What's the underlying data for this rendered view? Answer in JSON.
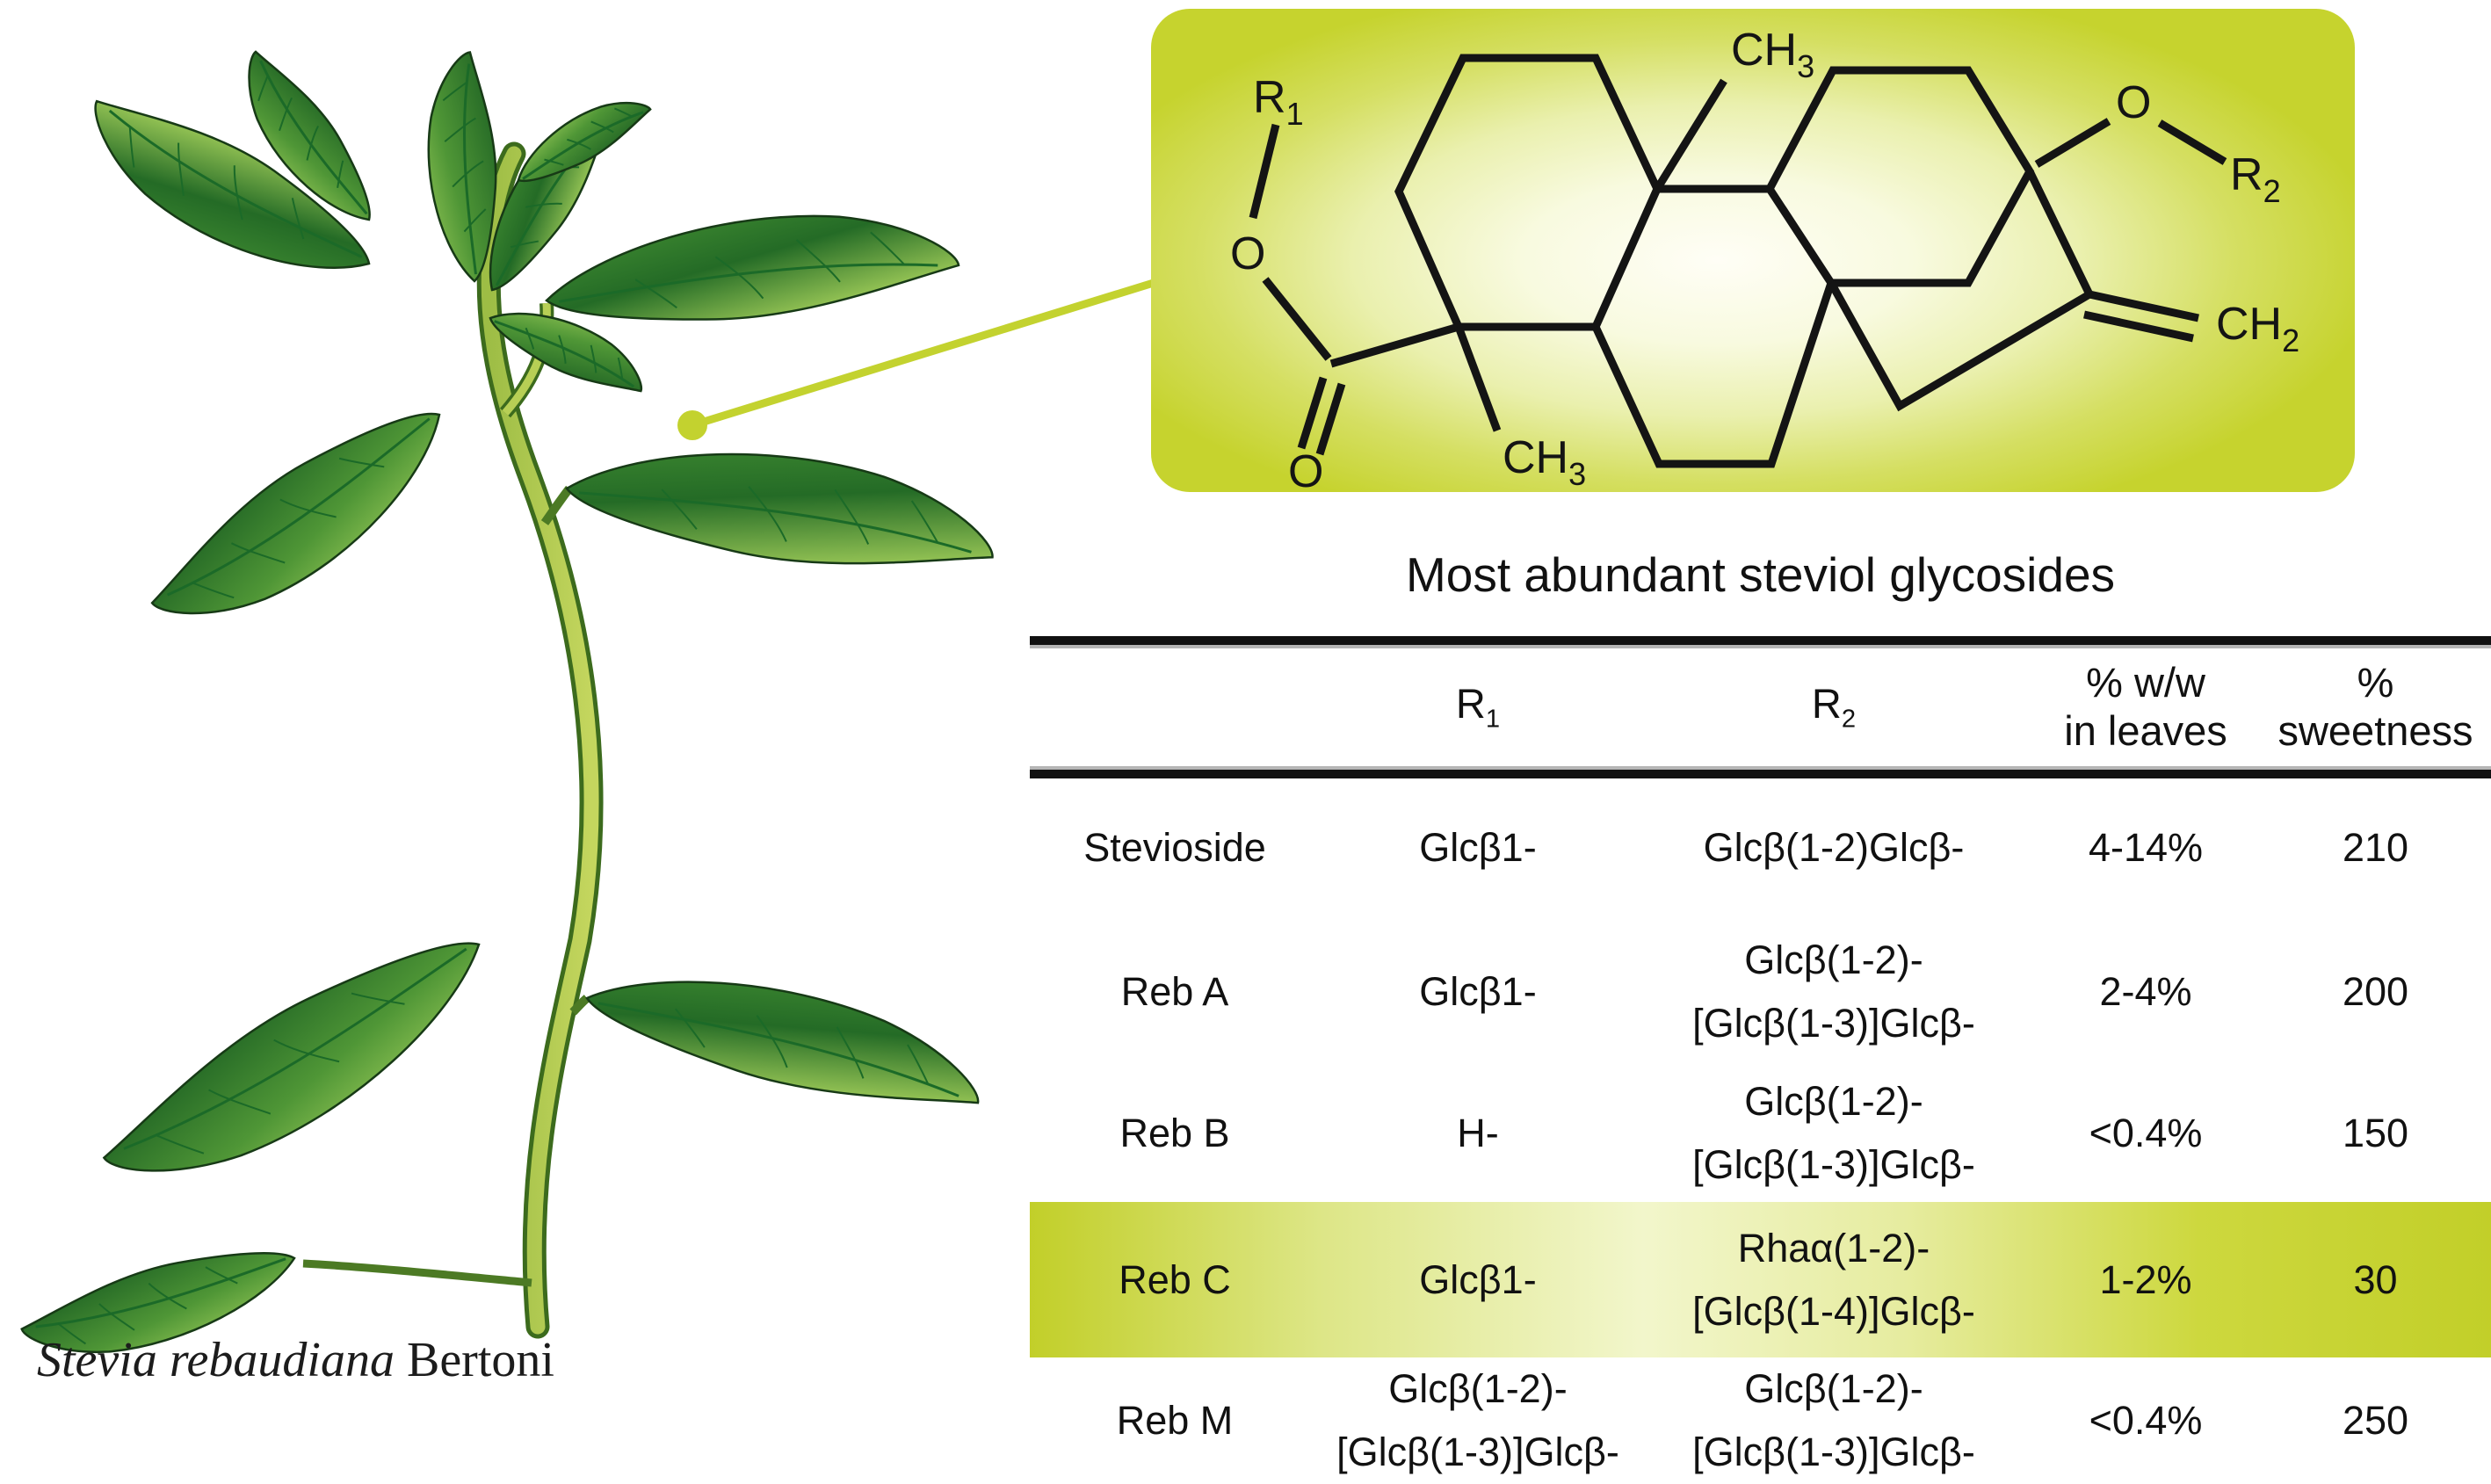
{
  "species_label": {
    "name_italic": "Stevia rebaudiana",
    "name_regular": " Bertoni"
  },
  "structure_panel": {
    "r1": {
      "base": "R",
      "sub": "1"
    },
    "r2": {
      "base": "R",
      "sub": "2"
    },
    "ester_o": "O",
    "carbonyl_o": "O",
    "ether_o": "O",
    "methyl_bottom": {
      "base": "CH",
      "sub": "3"
    },
    "methyl_top": {
      "base": "CH",
      "sub": "3"
    },
    "methylene": {
      "base": "CH",
      "sub": "2"
    },
    "panel_edge_color": "#c6d32e",
    "panel_center_color": "#fffef6"
  },
  "callout": {
    "color": "#c3d22f"
  },
  "table": {
    "title": "Most abundant steviol glycosides",
    "header": {
      "r1": {
        "base": "R",
        "sub": "1"
      },
      "r2": {
        "base": "R",
        "sub": "2"
      },
      "ww_line1": "% w/w",
      "ww_line2": "in leaves",
      "sw_line1": "%",
      "sw_line2": "sweetness"
    },
    "rows": [
      {
        "name": "Stevioside",
        "r1": [
          "Glcβ1-"
        ],
        "r2": [
          "Glcβ(1-2)Glcβ-"
        ],
        "ww": "4-14%",
        "sw": "210"
      },
      {
        "name": "Reb A",
        "r1": [
          "Glcβ1-"
        ],
        "r2": [
          "Glcβ(1-2)-",
          "[Glcβ(1-3)]Glcβ-"
        ],
        "ww": "2-4%",
        "sw": "200"
      },
      {
        "name": "Reb B",
        "r1": [
          "H-"
        ],
        "r2": [
          "Glcβ(1-2)-",
          "[Glcβ(1-3)]Glcβ-"
        ],
        "ww": "<0.4%",
        "sw": "150"
      },
      {
        "name": "Reb C",
        "r1": [
          "Glcβ1-"
        ],
        "r2": [
          "Rhaα(1-2)-",
          "[Glcβ(1-4)]Glcβ-"
        ],
        "ww": "1-2%",
        "sw": "30"
      },
      {
        "name": "Reb M",
        "r1": [
          "Glcβ(1-2)-",
          "[Glcβ(1-3)]Glcβ-"
        ],
        "r2": [
          "Glcβ(1-2)-",
          "[Glcβ(1-3)]Glcβ-"
        ],
        "ww": "<0.4%",
        "sw": "250"
      }
    ],
    "highlight_row": "Reb C",
    "highlight_color": "#c8d42e"
  }
}
